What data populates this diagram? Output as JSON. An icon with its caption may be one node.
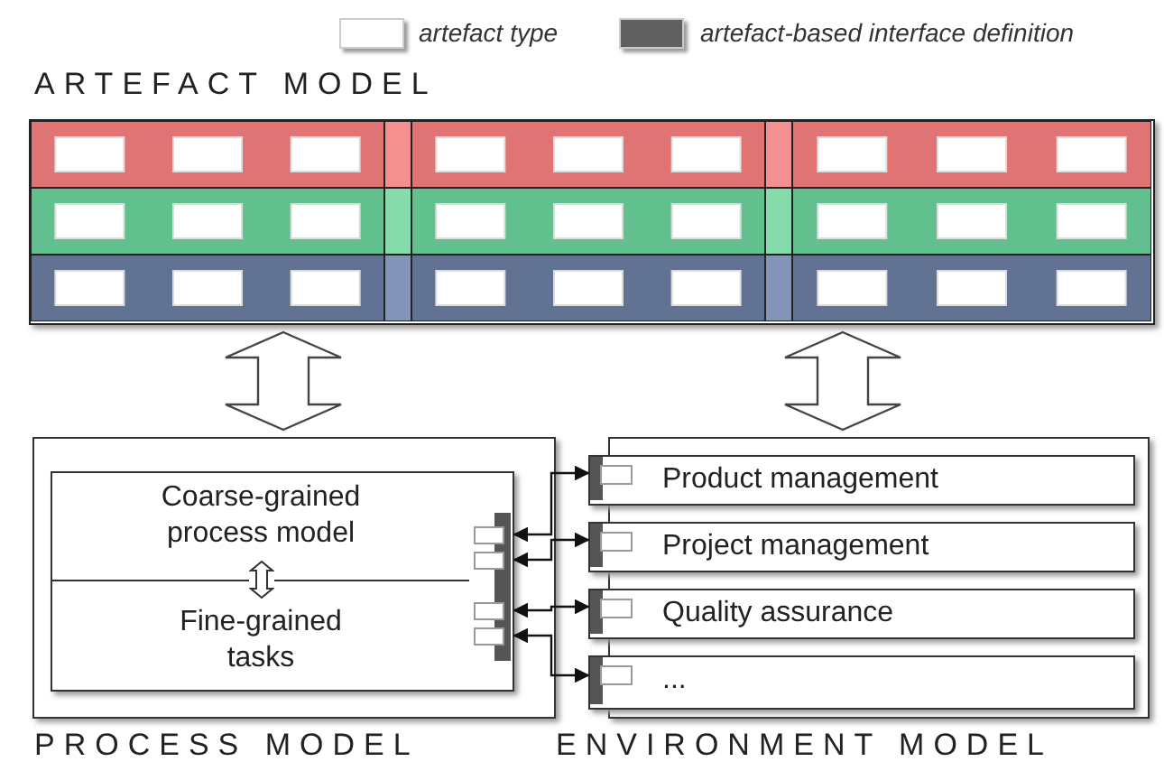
{
  "diagram": {
    "nodes": [
      {
        "text": [
          "ARTEFACT MODEL"
        ]
      },
      {
        "text": [
          "PROCESS MODEL"
        ]
      },
      {
        "text": [
          "Coarse-grained process model",
          "Fine-grained tasks"
        ],
        "in": 1
      },
      {
        "text": [
          "ENVIRONMENT MODEL"
        ]
      },
      {
        "text": [
          "Product management"
        ],
        "in": 3
      },
      {
        "text": [
          "Project management"
        ],
        "in": 3
      },
      {
        "text": [
          "Quality assurance"
        ],
        "in": 3
      },
      {
        "text": [
          "..."
        ],
        "in": 3
      }
    ],
    "edges": [
      {
        "from": 0,
        "to": 1,
        "arrow": "both"
      },
      {
        "from": 0,
        "to": 3,
        "arrow": "both"
      },
      {
        "from": 2,
        "to": 4,
        "arrow": "both"
      },
      {
        "from": 2,
        "to": 5,
        "arrow": "both"
      },
      {
        "from": 2,
        "to": 6,
        "arrow": "both"
      },
      {
        "from": 2,
        "to": 7,
        "arrow": "both"
      }
    ],
    "legend": [
      {
        "text": "artefact type",
        "color": "#ffffff"
      },
      {
        "text": "artefact-based interface definition",
        "color": "#606060"
      }
    ]
  }
}
